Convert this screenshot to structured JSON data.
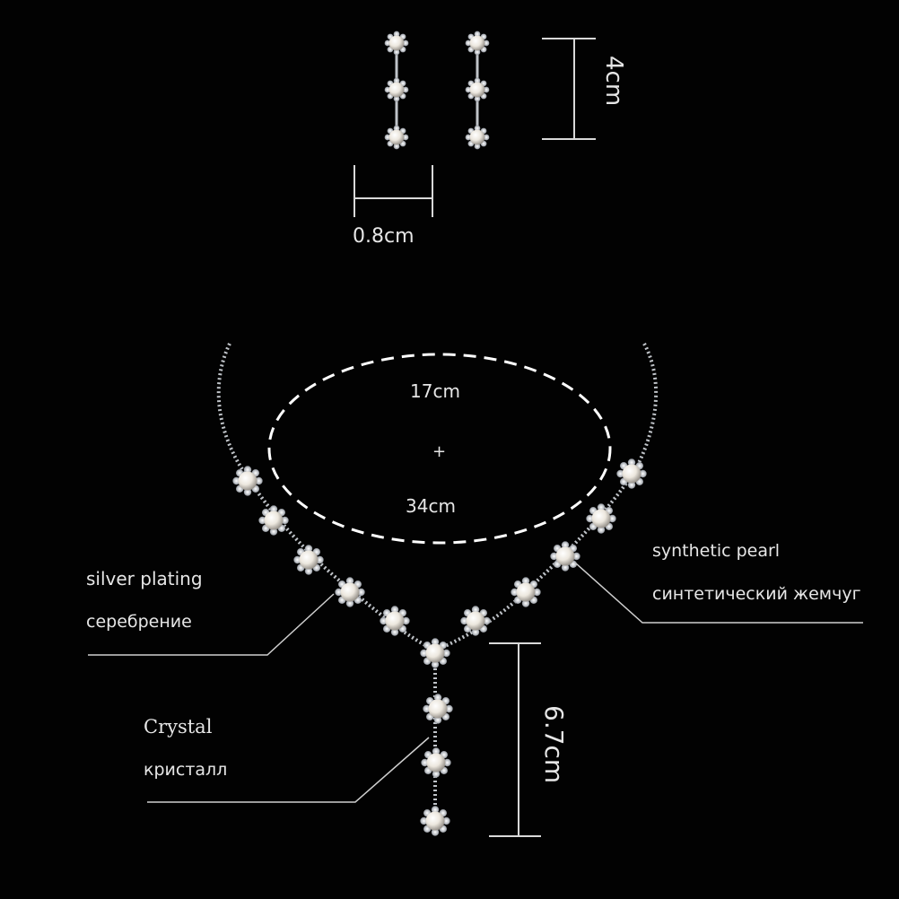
{
  "earrings": {
    "height_label": "4cm",
    "width_label": "0.8cm"
  },
  "necklace": {
    "circumference_top": "17cm",
    "plus_sign": "+",
    "circumference_bottom": "34cm",
    "drop_label": "6.7cm"
  },
  "callouts": {
    "silver_en": "silver plating",
    "silver_ru": "серебрение",
    "pearl_en": "synthetic pearl",
    "pearl_ru": "синтетический жемчуг",
    "crystal_en": "Crystal",
    "crystal_ru": "кристалл"
  },
  "colors": {
    "background": "#020202",
    "line": "#d9d9d9",
    "pearl": "#f3f0ea",
    "silver": "#bfc3c8"
  }
}
